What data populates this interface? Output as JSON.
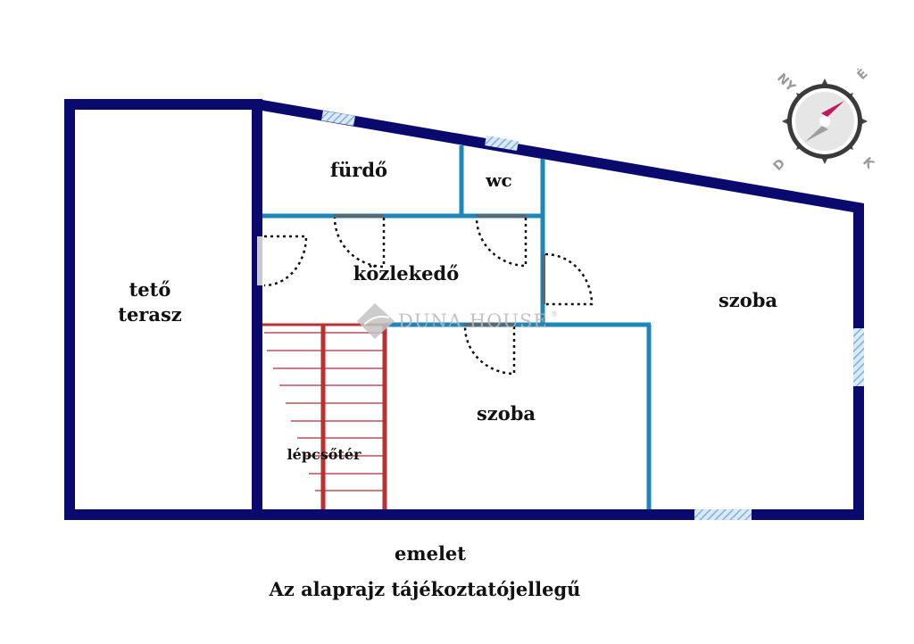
{
  "plan": {
    "floor_label": "emelet",
    "disclaimer": "Az alaprajz tájékoztatójellegű",
    "rooms": {
      "terrace_line1": "tető",
      "terrace_line2": "terasz",
      "bathroom": "fürdő",
      "wc": "wc",
      "hallway": "közlekedő",
      "room_right": "szoba",
      "room_middle": "szoba",
      "staircase": "lépcsőtér"
    },
    "watermark": {
      "text": "DUNA HOUSE",
      "registered": "®"
    },
    "compass": {
      "north": "É",
      "south": "D",
      "east": "K",
      "west": "NY"
    },
    "colors": {
      "outer_wall": "#0a0a6e",
      "inner_wall": "#1f86b8",
      "stairs": "#b83232",
      "window": "#9cc3e6",
      "door_leaf": "#5a6670",
      "compass_needle": "#c2185b"
    }
  }
}
